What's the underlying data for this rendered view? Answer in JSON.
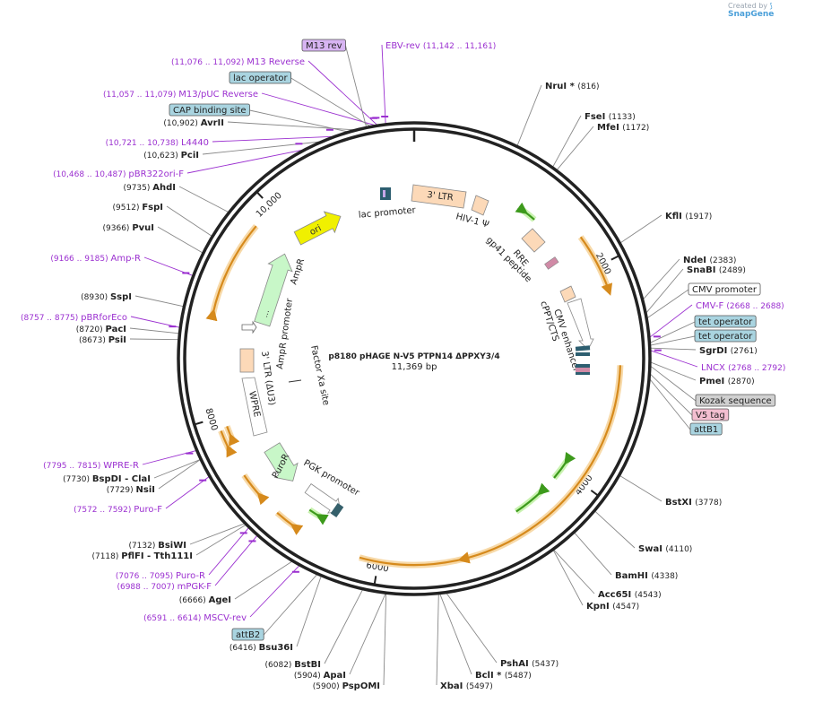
{
  "credit": {
    "created_by": "Created by",
    "brand": "SnapGene"
  },
  "plasmid": {
    "name": "p8180 pHAGE N-V5 PTPN14 ΔPPXY3/4",
    "length": "11,369 bp",
    "total_bp": 11369
  },
  "ruler_ticks": [
    {
      "bp": 2000,
      "label": "2000"
    },
    {
      "bp": 4000,
      "label": "4000"
    },
    {
      "bp": 6000,
      "label": "6000"
    },
    {
      "bp": 8000,
      "label": "8000"
    },
    {
      "bp": 10000,
      "label": "10,000"
    }
  ],
  "enzymes": [
    {
      "name": "NruI *",
      "pos": "(816)",
      "bp": 816,
      "side": "R"
    },
    {
      "name": "FseI",
      "pos": "(1133)",
      "bp": 1133,
      "side": "R"
    },
    {
      "name": "MfeI",
      "pos": "(1172)",
      "bp": 1172,
      "side": "R"
    },
    {
      "name": "KflI",
      "pos": "(1917)",
      "bp": 1917,
      "side": "R"
    },
    {
      "name": "NdeI",
      "pos": "(2383)",
      "bp": 2383,
      "side": "R"
    },
    {
      "name": "SnaBI",
      "pos": "(2489)",
      "bp": 2489,
      "side": "R"
    },
    {
      "name": "SgrDI",
      "pos": "(2761)",
      "bp": 2761,
      "side": "R"
    },
    {
      "name": "PmeI",
      "pos": "(2870)",
      "bp": 2870,
      "side": "R"
    },
    {
      "name": "BstXI",
      "pos": "(3778)",
      "bp": 3778,
      "side": "R"
    },
    {
      "name": "SwaI",
      "pos": "(4110)",
      "bp": 4110,
      "side": "R"
    },
    {
      "name": "BamHI",
      "pos": "(4338)",
      "bp": 4338,
      "side": "R"
    },
    {
      "name": "Acc65I",
      "pos": "(4543)",
      "bp": 4543,
      "side": "R"
    },
    {
      "name": "KpnI",
      "pos": "(4547)",
      "bp": 4547,
      "side": "R"
    },
    {
      "name": "PshAI",
      "pos": "(5437)",
      "bp": 5437,
      "side": "R"
    },
    {
      "name": "BclI *",
      "pos": "(5487)",
      "bp": 5487,
      "side": "R"
    },
    {
      "name": "XbaI",
      "pos": "(5497)",
      "bp": 5497,
      "side": "R"
    },
    {
      "name": "PspOMI",
      "pos": "(5900)",
      "bp": 5900,
      "side": "L"
    },
    {
      "name": "ApaI",
      "pos": "(5904)",
      "bp": 5904,
      "side": "L"
    },
    {
      "name": "BstBI",
      "pos": "(6082)",
      "bp": 6082,
      "side": "L"
    },
    {
      "name": "Bsu36I",
      "pos": "(6416)",
      "bp": 6416,
      "side": "L"
    },
    {
      "name": "AgeI",
      "pos": "(6666)",
      "bp": 6666,
      "side": "L"
    },
    {
      "name": "PflFI - Tth111I",
      "pos": "(7118)",
      "bp": 7118,
      "side": "L"
    },
    {
      "name": "BsiWI",
      "pos": "(7132)",
      "bp": 7132,
      "side": "L"
    },
    {
      "name": "NsiI",
      "pos": "(7729)",
      "bp": 7729,
      "side": "L"
    },
    {
      "name": "BspDI - ClaI",
      "pos": "(7730)",
      "bp": 7730,
      "side": "L"
    },
    {
      "name": "PsiI",
      "pos": "(8673)",
      "bp": 8673,
      "side": "L"
    },
    {
      "name": "PacI",
      "pos": "(8720)",
      "bp": 8720,
      "side": "L"
    },
    {
      "name": "SspI",
      "pos": "(8930)",
      "bp": 8930,
      "side": "L"
    },
    {
      "name": "PvuI",
      "pos": "(9366)",
      "bp": 9366,
      "side": "L"
    },
    {
      "name": "FspI",
      "pos": "(9512)",
      "bp": 9512,
      "side": "L"
    },
    {
      "name": "AhdI",
      "pos": "(9735)",
      "bp": 9735,
      "side": "L"
    },
    {
      "name": "PciI",
      "pos": "(10,623)",
      "bp": 10623,
      "side": "L"
    },
    {
      "name": "AvrII",
      "pos": "(10,902)",
      "bp": 10902,
      "side": "L"
    }
  ],
  "primers": [
    {
      "name": "EBV-rev",
      "pos": "(11,142 .. 11,161)",
      "bp": 11150,
      "side": "R"
    },
    {
      "name": "M13 Reverse",
      "pos": "(11,076 .. 11,092)",
      "bp": 11084,
      "side": "L"
    },
    {
      "name": "M13/pUC Reverse",
      "pos": "(11,057 .. 11,079)",
      "bp": 11068,
      "side": "L"
    },
    {
      "name": "L4440",
      "pos": "(10,721 .. 10,738)",
      "bp": 10730,
      "side": "L"
    },
    {
      "name": "pBR322ori-F",
      "pos": "(10,468 .. 10,487)",
      "bp": 10478,
      "side": "L"
    },
    {
      "name": "Amp-R",
      "pos": "(9166 .. 9185)",
      "bp": 9176,
      "side": "L"
    },
    {
      "name": "pBRforEco",
      "pos": "(8757 .. 8775)",
      "bp": 8766,
      "side": "L"
    },
    {
      "name": "WPRE-R",
      "pos": "(7795 .. 7815)",
      "bp": 7805,
      "side": "L"
    },
    {
      "name": "Puro-F",
      "pos": "(7572 .. 7592)",
      "bp": 7582,
      "side": "L"
    },
    {
      "name": "Puro-R",
      "pos": "(7076 .. 7095)",
      "bp": 7086,
      "side": "L"
    },
    {
      "name": "mPGK-F",
      "pos": "(6988 .. 7007)",
      "bp": 6998,
      "side": "L"
    },
    {
      "name": "MSCV-rev",
      "pos": "(6591 .. 6614)",
      "bp": 6602,
      "side": "L"
    },
    {
      "name": "CMV-F",
      "pos": "(2668 .. 2688)",
      "bp": 2678,
      "side": "R"
    },
    {
      "name": "LNCX",
      "pos": "(2768 .. 2792)",
      "bp": 2780,
      "side": "R"
    }
  ],
  "boxed_features": [
    {
      "name": "M13 rev",
      "style": "purple"
    },
    {
      "name": "lac operator",
      "style": "blue"
    },
    {
      "name": "CAP binding site",
      "style": "blue"
    },
    {
      "name": "CMV promoter",
      "style": "white"
    },
    {
      "name": "tet operator",
      "style": "blue"
    },
    {
      "name": "tet operator",
      "style": "blue"
    },
    {
      "name": "Kozak sequence",
      "style": "gray"
    },
    {
      "name": "V5 tag",
      "style": "pink"
    },
    {
      "name": "attB1",
      "style": "blue"
    },
    {
      "name": "attB2",
      "style": "blue"
    }
  ],
  "inner_labels": {
    "ltr3": "3' LTR",
    "hiv": "HIV-1 Ψ",
    "rre": "RRE",
    "gp41": "gp41 peptide",
    "cmv_enh": "CMV enhancer",
    "cppt": "cPPT/CTS",
    "lac_promoter": "lac promoter",
    "ori": "ori",
    "ampr": "AmpR",
    "ampr_promoter": "AmpR promoter",
    "ltr_du3": "3' LTR (ΔU3)",
    "factor_xa": "Factor Xa site",
    "wpre": "WPRE",
    "puror": "PuroR",
    "pgk": "PGK promoter",
    "dots": "..."
  },
  "colors": {
    "backbone": "#222222",
    "enzyme_line": "#888888",
    "primer": "#9b30d0",
    "orange_arc": "#d68a1c",
    "orange_halo": "#f7d9a8",
    "green_arc": "#3d9a1c",
    "green_halo": "#c9f2b0",
    "ori": "#f0f000",
    "marker_green": "#cceecc",
    "ltr_fill": "#fcd9b8",
    "box_blue": "#a9d4e0",
    "box_purple": "#d7b4f2",
    "box_pink": "#f3bed0",
    "box_gray": "#d0d0d0"
  }
}
